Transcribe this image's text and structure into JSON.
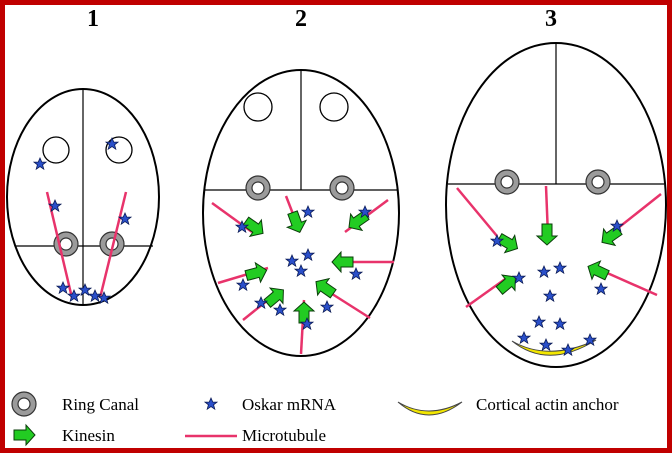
{
  "stages": [
    {
      "label": "1"
    },
    {
      "label": "2"
    },
    {
      "label": "3"
    }
  ],
  "legend": {
    "ring_canal": "Ring Canal",
    "oskar_mrna": "Oskar mRNA",
    "cortical_actin_anchor": "Cortical actin anchor",
    "kinesin": "Kinesin",
    "microtubule": "Microtubule"
  },
  "colors": {
    "frame": "#c00000",
    "microtubule": "#e8336b",
    "kinesin_fill": "#22cc22",
    "star_fill": "#2a4fc9",
    "anchor_fill": "#f2e600",
    "ring_canal": "#9b9b9b"
  }
}
